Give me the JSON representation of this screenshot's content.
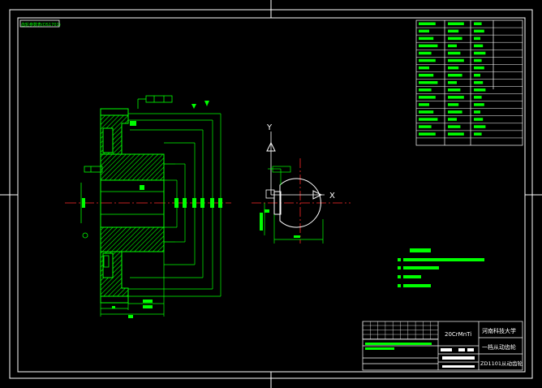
{
  "drawing": {
    "corner_tag": "齿轮参数表(DS1701)",
    "axis_label_y": "Y",
    "axis_label_x": "X",
    "title_block": {
      "material_code": "20CrMnTi",
      "school_name": "河南科技大学",
      "part_name": "一档从动齿轮",
      "drawing_number": "ZD1101从动齿轮"
    }
  },
  "colors": {
    "background": "#000000",
    "frame": "#ffffff",
    "geometry": "#00ff00",
    "centerline": "#ff2a2a",
    "hatch": "#00ff00",
    "text_green": "#00ff00"
  }
}
